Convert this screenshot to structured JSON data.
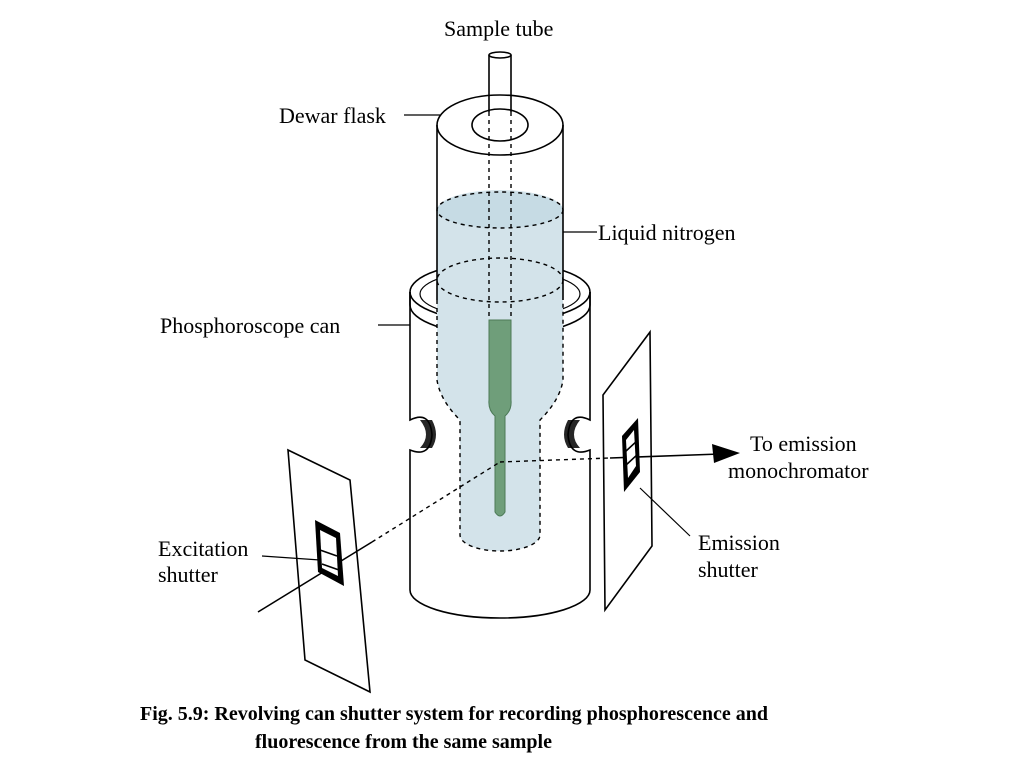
{
  "labels": {
    "sample_tube": "Sample tube",
    "dewar_flask": "Dewar flask",
    "liquid_nitrogen": "Liquid nitrogen",
    "phosphoroscope_can": "Phosphoroscope can",
    "to_emission_line1": "To emission",
    "to_emission_line2": "monochromator",
    "excitation_line1": "Excitation",
    "excitation_line2": "shutter",
    "emission_line1": "Emission",
    "emission_line2": "shutter"
  },
  "caption": {
    "line1": "Fig. 5.9: Revolving can shutter system for recording phosphorescence and",
    "line2": "fluorescence from the same sample"
  },
  "colors": {
    "liquid_nitrogen": "#d3e3ea",
    "sample": "#6f9e7a",
    "background": "#ffffff"
  }
}
